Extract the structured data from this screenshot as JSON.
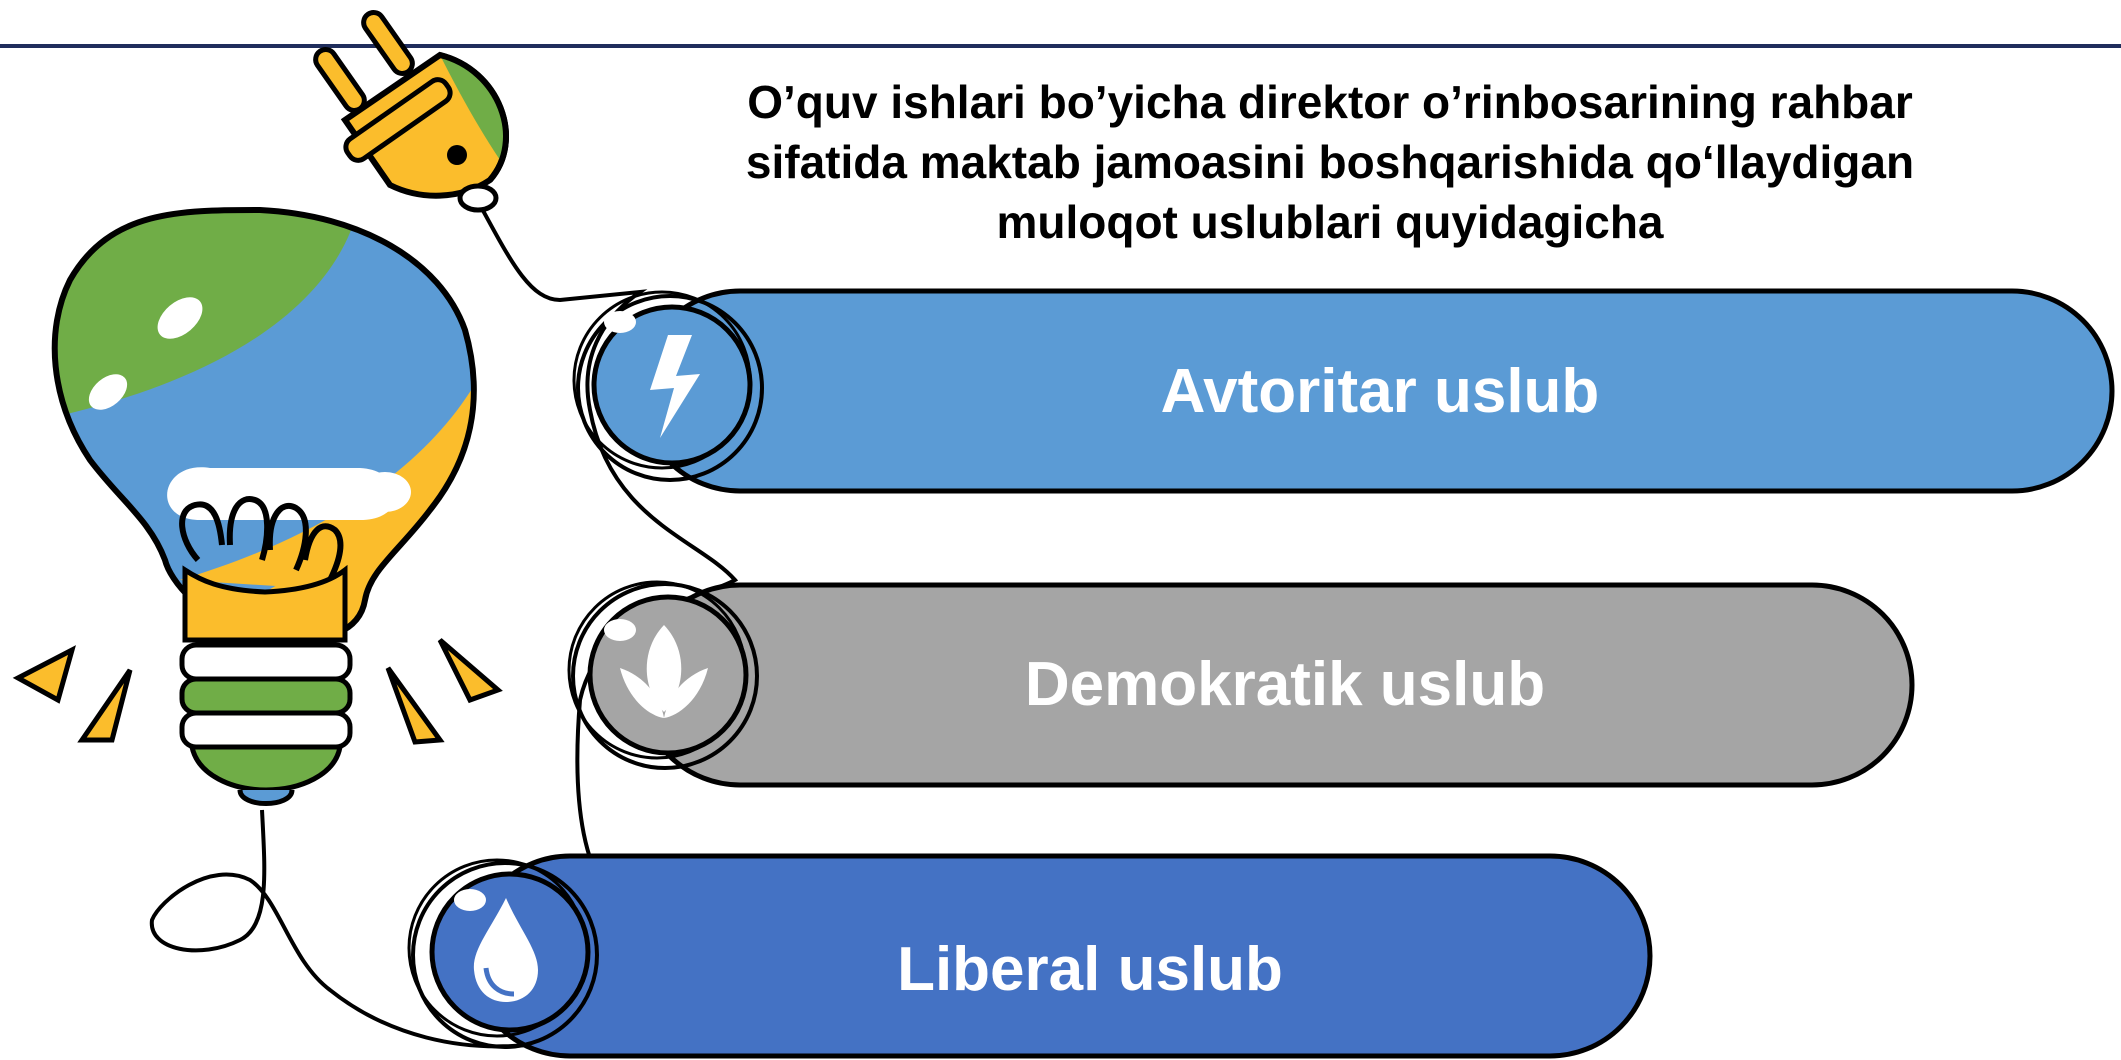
{
  "title": {
    "lines": [
      "O’quv ishlari bo’yicha direktor o’rinbosarining rahbar",
      "sifatida maktab jamoasini boshqarishida qo‘llaydigan",
      "muloqot uslublari quyidagicha"
    ]
  },
  "items": [
    {
      "label": "Avtoritar uslub",
      "icon": "lightning-icon",
      "color": "#5b9bd5"
    },
    {
      "label": "Demokratik uslub",
      "icon": "leaf-icon",
      "color": "#a5a5a5"
    },
    {
      "label": "Liberal uslub",
      "icon": "water-drop-icon",
      "color": "#4472c4"
    }
  ],
  "colors": {
    "bulb_green": "#70ad47",
    "bulb_blue": "#5b9bd5",
    "bulb_yellow": "#fbbd2c",
    "outline": "#000000",
    "rule": "#1f2d5c"
  }
}
